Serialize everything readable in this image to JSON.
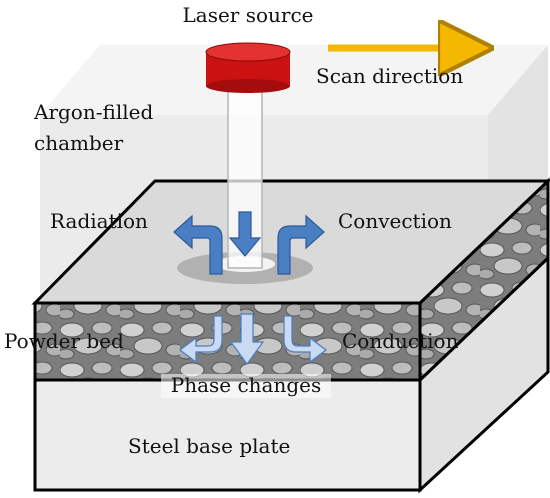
{
  "labels": {
    "laser": "Laser source",
    "scan": "Scan direction",
    "chamber_line1": "Argon-filled",
    "chamber_line2": "chamber",
    "radiation": "Radiation",
    "convection": "Convection",
    "powder": "Powder bed",
    "conduction": "Conduction",
    "phase": "Phase changes",
    "base": "Steel base plate"
  },
  "colors": {
    "laser_head": "#cc1111",
    "scan_arrow": "#f5b800",
    "heat_arrow": "#4a7fc4",
    "light_arrow": "#c9daf2",
    "chamber": "#e6e6e6",
    "box_top": "#dcdcdc",
    "powder": "#8a8a8a",
    "base_plate": "#e8e8e8",
    "outline": "#000000"
  }
}
